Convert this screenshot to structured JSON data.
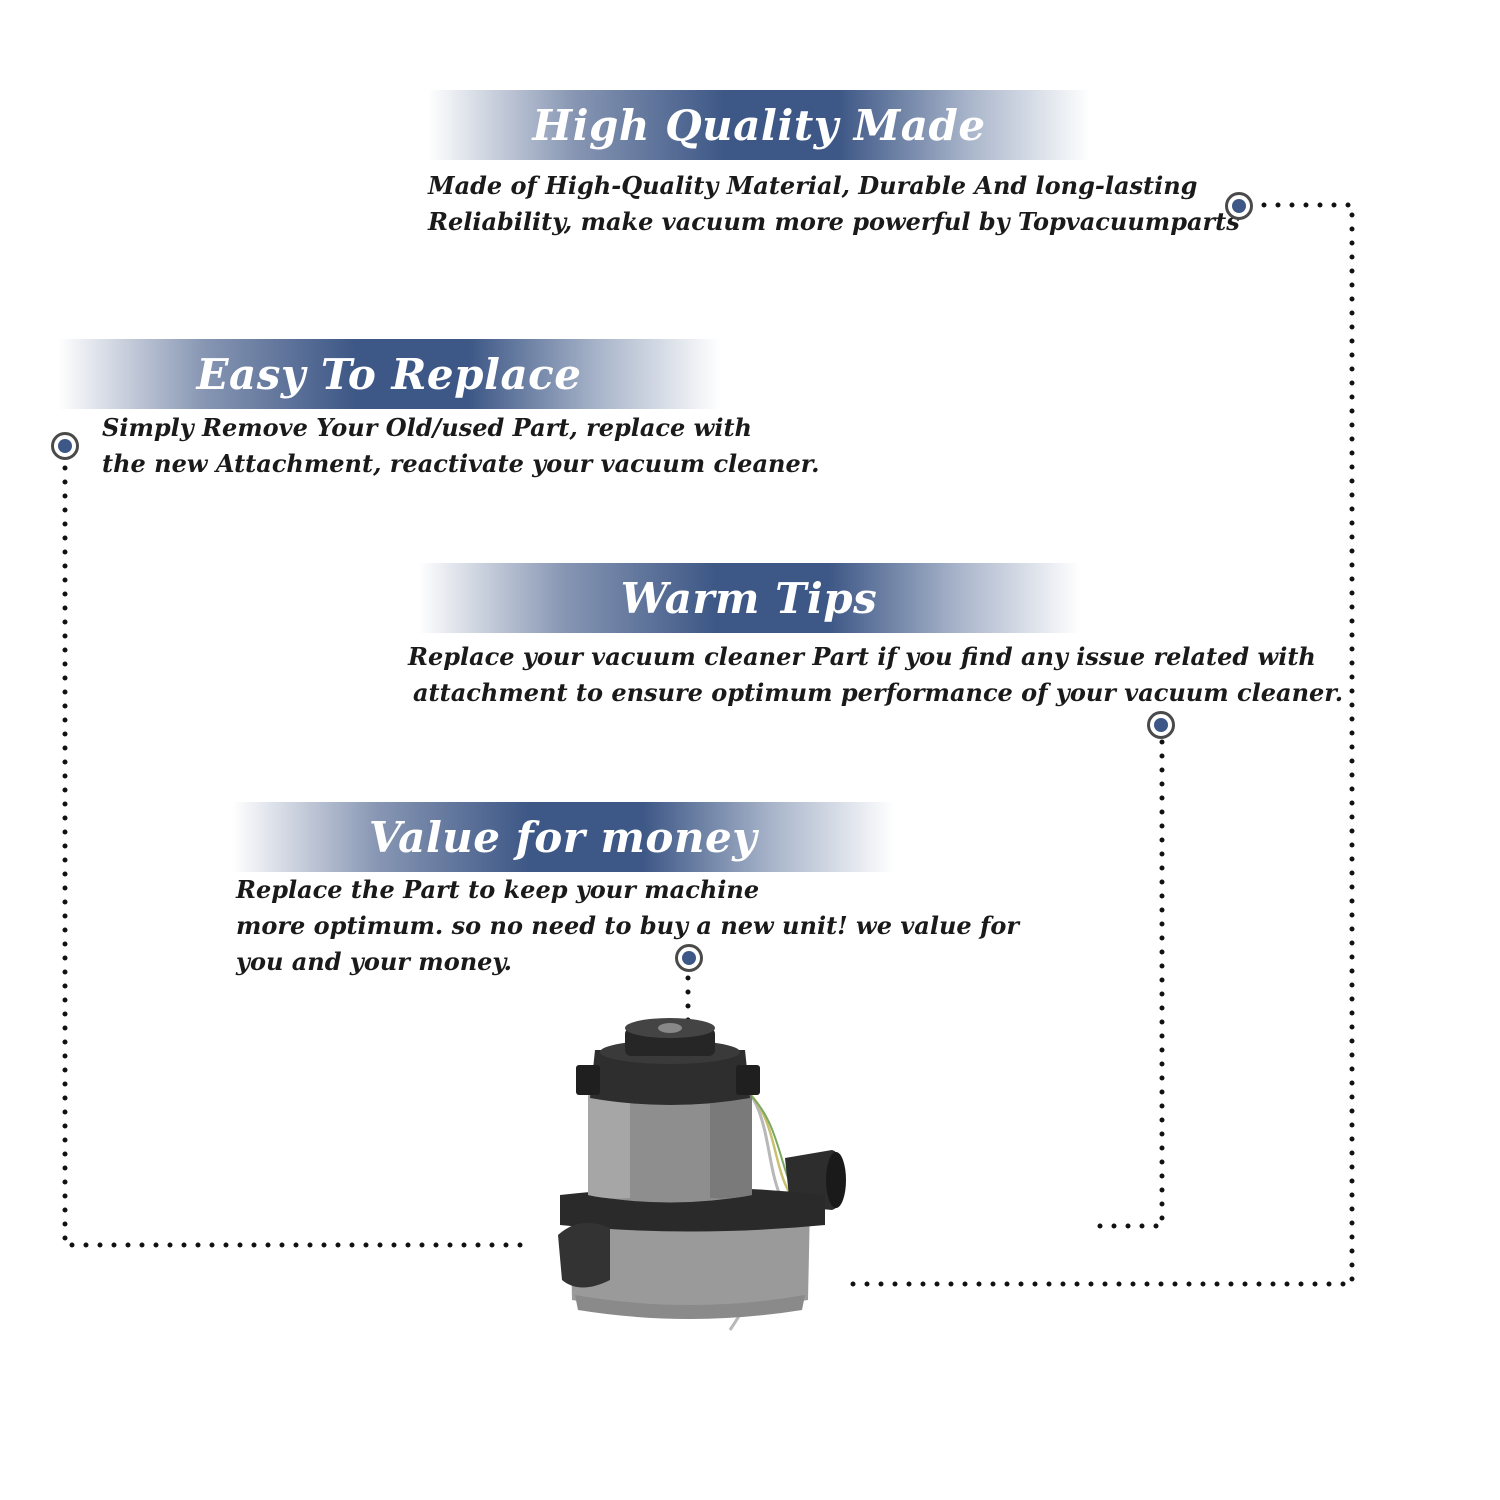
{
  "sections": [
    {
      "title": "High Quality Made",
      "lines": [
        "Made of  High-Quality Material, Durable And long-lasting",
        "Reliability, make vacuum more powerful by Topvacuumparts"
      ]
    },
    {
      "title": "Easy To Replace",
      "lines": [
        "Simply Remove Your Old/used Part, replace with",
        "the new Attachment, reactivate your vacuum cleaner."
      ]
    },
    {
      "title": "Warm Tips",
      "lines": [
        "Replace your vacuum cleaner Part if you find any issue related with",
        "attachment to ensure optimum performance of your vacuum cleaner."
      ]
    },
    {
      "title": "Value for money",
      "lines": [
        "Replace the Part to keep your machine",
        "more optimum. so no need to buy a new unit! we value for",
        "you and your money."
      ]
    }
  ],
  "colors": {
    "banner": "#3d5786",
    "marker": "#3d5786",
    "dots": "#111111"
  },
  "product": {
    "icon": "vacuum-motor-icon"
  }
}
